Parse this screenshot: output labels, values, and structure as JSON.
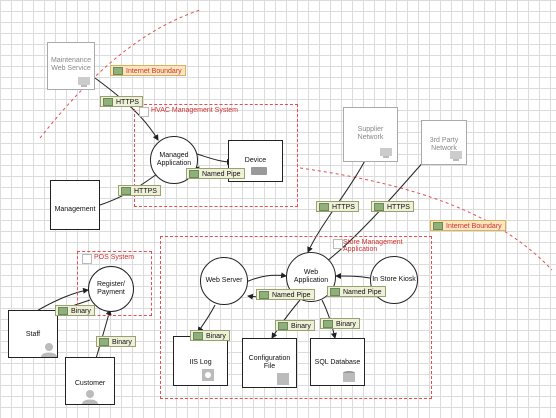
{
  "boundaries": {
    "internet_1": "Internet Boundary",
    "internet_2": "Internet Boundary"
  },
  "zones": {
    "hvac": "HVAC Management System",
    "pos": "POS System",
    "store": "Store Management Application"
  },
  "entities": {
    "maintenance": "Maintenance\nWeb Service",
    "management": "Management",
    "supplier": "Supplier\nNetwork",
    "third_party": "3rd Party\nNetwork",
    "staff": "Staff",
    "customer": "Customer",
    "iis_log": "IIS Log",
    "config_file": "Configuration\nFile",
    "sql_db": "SQL Database",
    "device": "Device"
  },
  "processes": {
    "managed_app": "Managed\nApplication",
    "web_server": "Web Server",
    "web_app": "Web Application",
    "kiosk": "In Store Kiosk",
    "register": "Register/\nPayment"
  },
  "flows": {
    "https_1": "HTTPS",
    "https_2": "HTTPS",
    "https_3": "HTTPS",
    "https_4": "HTTPS",
    "named_pipe_1": "Named Pipe",
    "named_pipe_2": "Named Pipe",
    "named_pipe_3": "Named Pipe",
    "binary_1": "Binary",
    "binary_2": "Binary",
    "binary_3": "Binary",
    "binary_4": "Binary",
    "binary_5": "Binary"
  },
  "colors": {
    "boundary": "#e05050",
    "flow_label_bg": "#eef0d8",
    "boundary_label_bg": "#fbe6bf"
  }
}
